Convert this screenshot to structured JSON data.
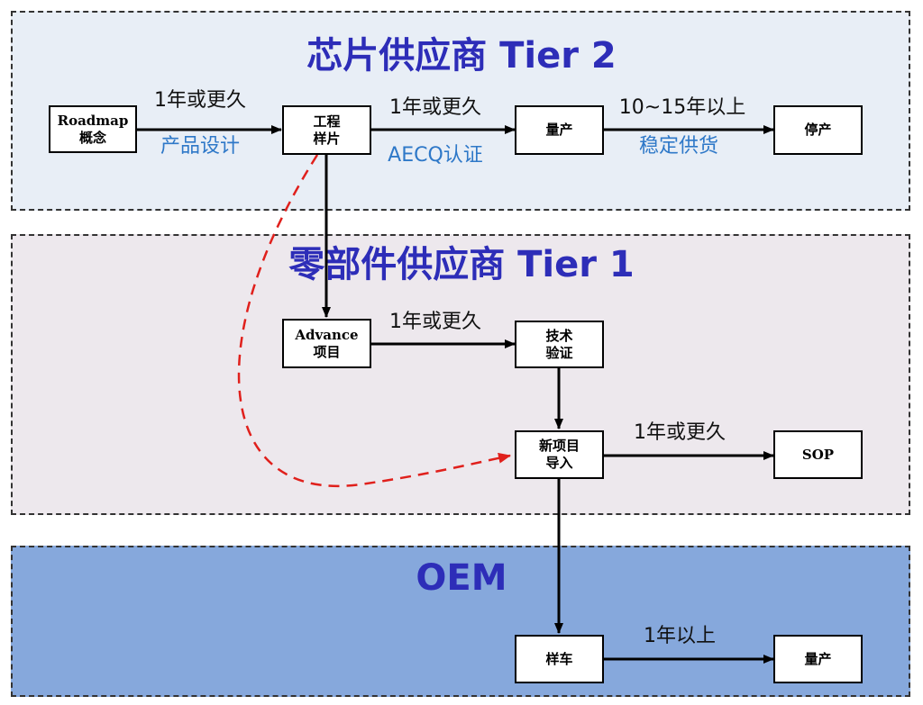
{
  "panels": {
    "tier2_title": "芯片供应商 Tier 2",
    "tier1_title": "零部件供应商 Tier 1",
    "oem_title": "OEM"
  },
  "boxes": {
    "roadmap": [
      "Roadmap",
      "概念"
    ],
    "engineering_sample": [
      "工程",
      "样片"
    ],
    "mass_production_chip": [
      "量产"
    ],
    "discontinue": [
      "停产"
    ],
    "advance_project": [
      "Advance",
      "项目"
    ],
    "tech_validation": [
      "技术",
      "验证"
    ],
    "new_project_intro": [
      "新项目",
      "导入"
    ],
    "sop": [
      "SOP"
    ],
    "sample_car": [
      "样车"
    ],
    "mass_production_car": [
      "量产"
    ]
  },
  "labels": {
    "year1_a": "1年或更久",
    "product_design": "产品设计",
    "year1_b": "1年或更久",
    "aecq": "AECQ认证",
    "years_10_15": "10~15年以上",
    "stable_supply": "稳定供货",
    "year1_c": "1年或更久",
    "year1_d": "1年或更久",
    "year1_plus": "1年以上"
  },
  "colors": {
    "title_blue": "#2d2db8",
    "label_blue": "#2e78c8",
    "dashed_arrow": "#e0201c",
    "tier2_bg": "#e8eef6",
    "tier1_bg": "#ede8ed",
    "oem_bg": "#86a8dc"
  }
}
